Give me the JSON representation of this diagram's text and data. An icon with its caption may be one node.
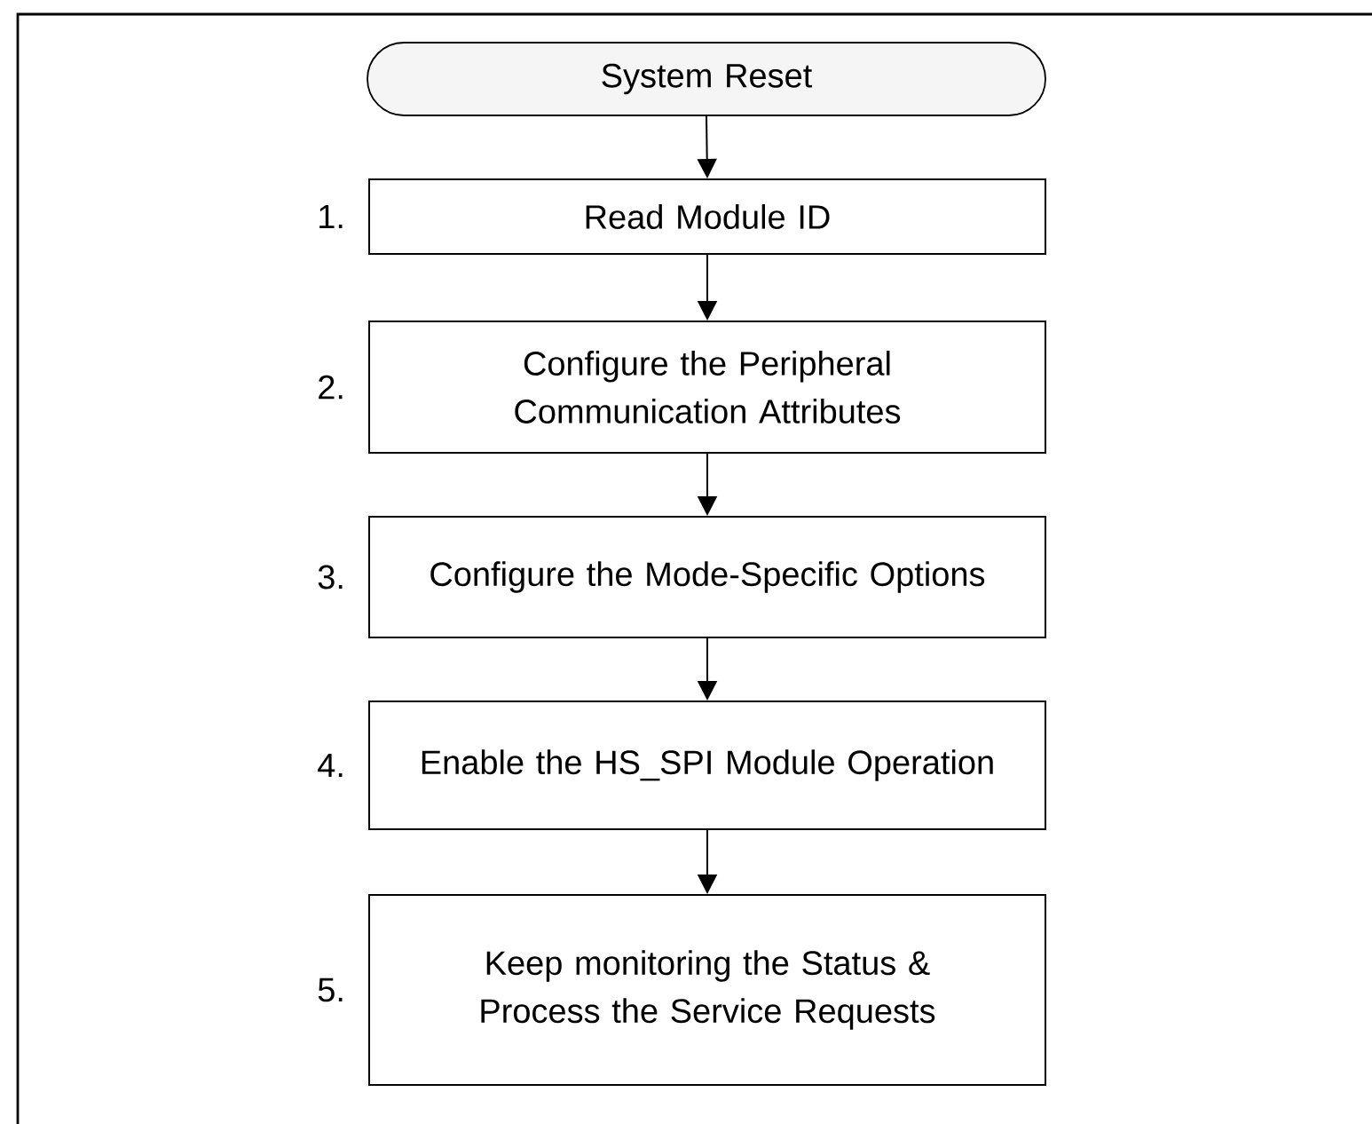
{
  "diagram": {
    "nodes": [
      {
        "text": [
          "System Reset"
        ]
      },
      {
        "text": [
          "Read Module ID"
        ],
        "beside": [
          "1."
        ]
      },
      {
        "text": [
          "Configure the Peripheral Communication Attributes"
        ],
        "beside": [
          "2."
        ]
      },
      {
        "text": [
          "Configure the Mode-Specific Options"
        ],
        "beside": [
          "3."
        ]
      },
      {
        "text": [
          "Enable the HS_SPI Module Operation"
        ],
        "beside": [
          "4."
        ]
      },
      {
        "text": [
          "Keep monitoring the Status & Process the Service Requests"
        ],
        "beside": [
          "5."
        ]
      }
    ],
    "edges": [
      {
        "from": 0,
        "to": 1,
        "arrow": "to"
      },
      {
        "from": 1,
        "to": 2,
        "arrow": "to"
      },
      {
        "from": 2,
        "to": 3,
        "arrow": "to"
      },
      {
        "from": 3,
        "to": 4,
        "arrow": "to"
      },
      {
        "from": 4,
        "to": 5,
        "arrow": "to"
      }
    ]
  }
}
